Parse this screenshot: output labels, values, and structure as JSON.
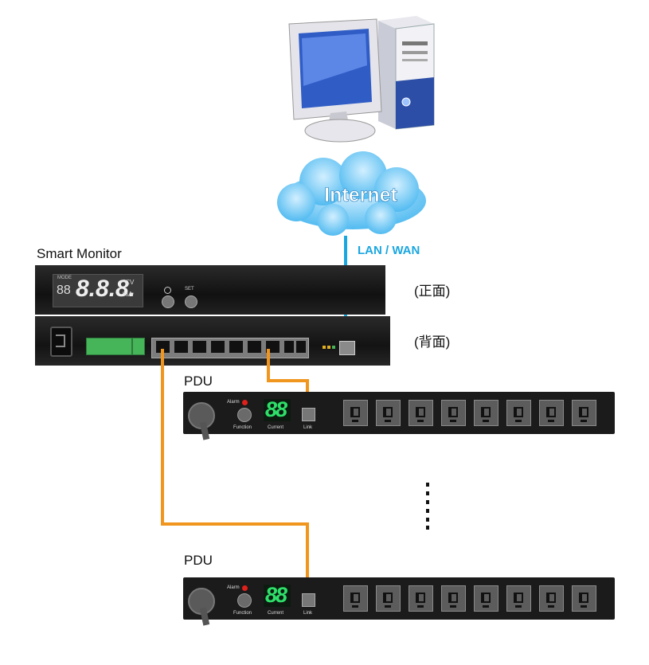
{
  "cloud": {
    "label": "Internet"
  },
  "link": {
    "label": "LAN / WAN",
    "color": "#1aa7e0"
  },
  "cable_color": "#f0961e",
  "smart_monitor": {
    "title": "Smart Monitor",
    "front_label": "(正面)",
    "back_label": "(背面)",
    "display_small": "88",
    "display_big": "8.8.8.",
    "unit_top": "℃V",
    "unit_bottom": "%A",
    "display_tag": "MODE",
    "button_tag": "SET"
  },
  "pdu_units": [
    {
      "title": "PDU",
      "display": "88",
      "alarm_label": "Alarm",
      "function_label": "Function",
      "current_label": "Current",
      "link_label": "Link"
    },
    {
      "title": "PDU",
      "display": "88",
      "alarm_label": "Alarm",
      "function_label": "Function",
      "current_label": "Current",
      "link_label": "Link"
    }
  ],
  "colors": {
    "panel": "#1b1b1b",
    "led_green": "#2ee06a",
    "alarm_red": "#e0201a",
    "pc_blue": "#3b5fb0"
  }
}
